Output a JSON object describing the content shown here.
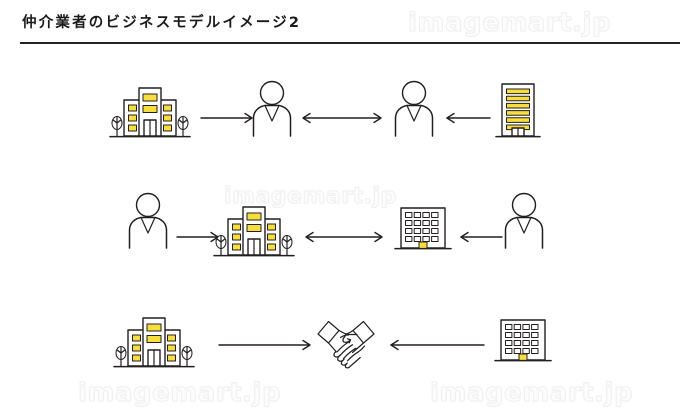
{
  "header": {
    "title": "仲介業者のビジネスモデルイメージ2"
  },
  "watermarks": {
    "text": "imagemart.jp",
    "positions": [
      "top-right",
      "middle-center",
      "bottom-left",
      "bottom-right"
    ]
  },
  "palette": {
    "line": "#231f20",
    "accent_yellow": "#f7de3f",
    "background": "#ffffff",
    "watermark": "#f2f2f2"
  },
  "diagram": {
    "rows": [
      {
        "id": "row-1",
        "nodes": [
          {
            "icon": "office-building-icon",
            "label": "office-building"
          },
          {
            "icon": "businessperson-icon",
            "label": "businessperson"
          },
          {
            "icon": "businessperson-icon",
            "label": "businessperson"
          },
          {
            "icon": "tower-building-icon",
            "label": "tower-building"
          }
        ],
        "connectors": [
          {
            "type": "arrow-right",
            "from": "office-building",
            "to": "businessperson"
          },
          {
            "type": "arrow-both",
            "from": "businessperson",
            "to": "businessperson"
          },
          {
            "type": "arrow-left",
            "from": "tower-building",
            "to": "businessperson"
          }
        ]
      },
      {
        "id": "row-2",
        "nodes": [
          {
            "icon": "businessperson-icon",
            "label": "businessperson"
          },
          {
            "icon": "office-building-icon",
            "label": "office-building"
          },
          {
            "icon": "company-building-icon",
            "label": "company-building"
          },
          {
            "icon": "businessperson-icon",
            "label": "businessperson"
          }
        ],
        "connectors": [
          {
            "type": "arrow-right",
            "from": "businessperson",
            "to": "office-building"
          },
          {
            "type": "arrow-both",
            "from": "office-building",
            "to": "company-building"
          },
          {
            "type": "arrow-left",
            "from": "businessperson",
            "to": "company-building"
          }
        ]
      },
      {
        "id": "row-3",
        "nodes": [
          {
            "icon": "office-building-icon",
            "label": "office-building"
          },
          {
            "icon": "handshake-icon",
            "label": "handshake"
          },
          {
            "icon": "company-building-icon",
            "label": "company-building"
          }
        ],
        "connectors": [
          {
            "type": "arrow-right",
            "from": "office-building",
            "to": "handshake"
          },
          {
            "type": "arrow-left",
            "from": "company-building",
            "to": "handshake"
          }
        ]
      }
    ]
  }
}
